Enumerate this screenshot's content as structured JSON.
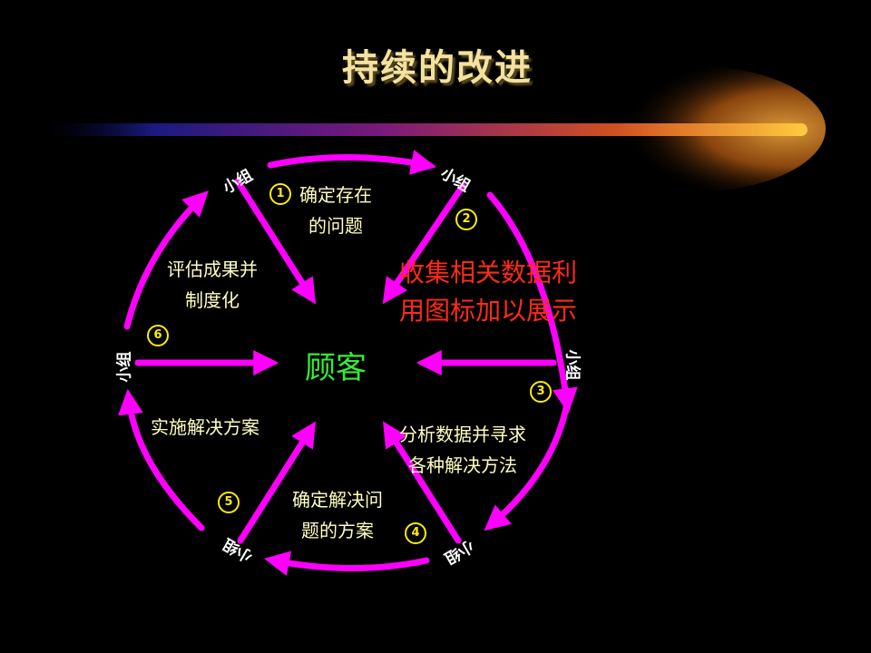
{
  "title": "持续的改进",
  "center": "顾客",
  "steps": [
    {
      "num": "1",
      "line1": "确定存在",
      "line2": "的问题"
    },
    {
      "num": "2",
      "line1": "收集相关数据利",
      "line2": "用图标加以展示"
    },
    {
      "num": "3",
      "line1": "分析数据并寻求",
      "line2": "各种解决方法"
    },
    {
      "num": "4",
      "line1": "确定解决问",
      "line2": "题的方案"
    },
    {
      "num": "5",
      "line1": "实施解决方案",
      "line2": ""
    },
    {
      "num": "6",
      "line1": "评估成果并",
      "line2": "制度化"
    }
  ],
  "team_label": "小组",
  "colors": {
    "arrow": "#ff00ff",
    "title": "#f3e2a0",
    "step_text": "#ffffc0",
    "step2_text": "#ff2a1a",
    "center_text": "#33ee33",
    "badge": "#ffee00"
  }
}
